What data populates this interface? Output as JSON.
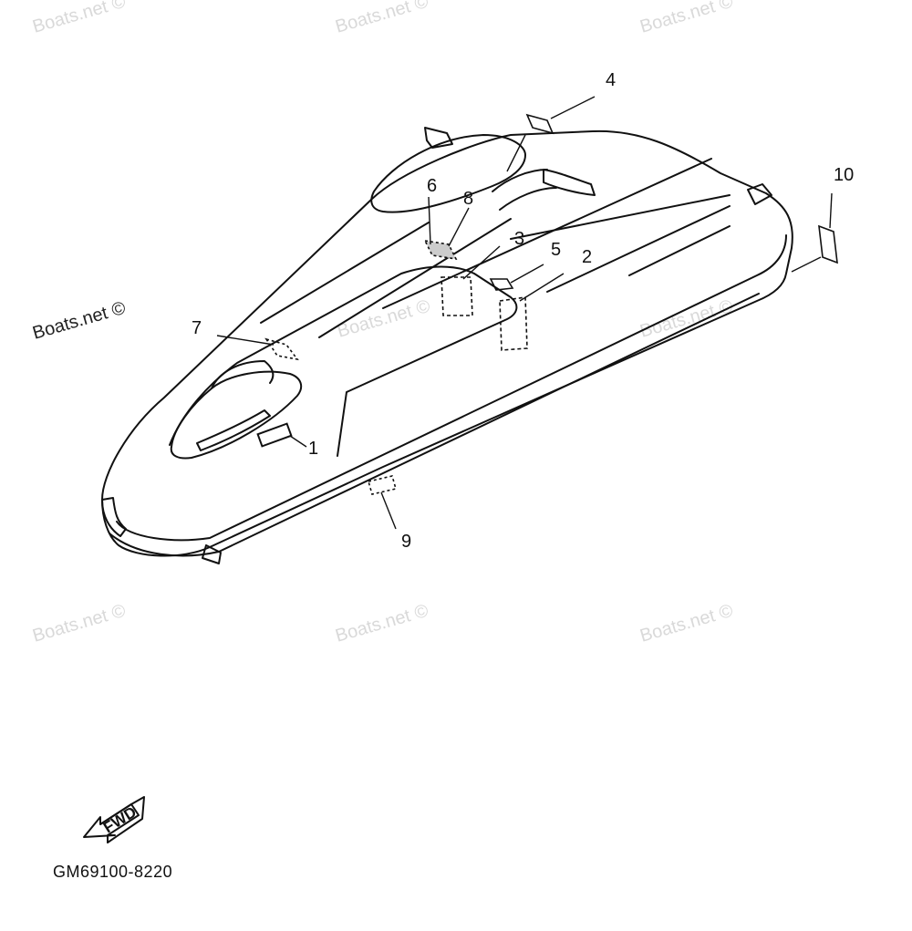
{
  "watermarks": {
    "text": "Boats.net ©",
    "featured": "Boats.net ©"
  },
  "callouts": [
    "1",
    "2",
    "3",
    "4",
    "5",
    "6",
    "7",
    "8",
    "9",
    "10"
  ],
  "fwd_label": "FWD",
  "drawing_code": "GM69100-8220"
}
